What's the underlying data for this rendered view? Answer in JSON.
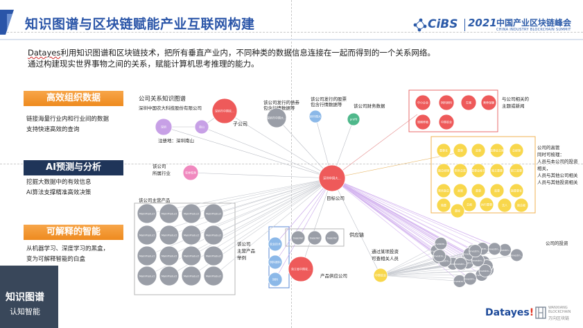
{
  "header": {
    "title": "知识图谱与区块链赋能产业互联网构建",
    "event_logo": {
      "brand": "CiBS",
      "year": "2021",
      "name_cn": "中国产业区块链峰会",
      "name_en": "CHINA INDUSTRY BLOCKCHAIN SUMMIT"
    }
  },
  "description": {
    "brand_word": "Datayes",
    "line1_rest": "利用知识图谱和区块链技术，把所有垂直产业内，不同种类的数据信息连接在一起而得到的一个关系网络。",
    "line2": "通过构建现实世界事物之间的关系，赋能计算机思考推理的能力。"
  },
  "sidebar": {
    "sections": [
      {
        "tag": "高效组织数据",
        "lines": [
          "链接海量行业内和行业间的数据",
          "支持快速高效的查询"
        ]
      },
      {
        "tag": "AI预测与分析",
        "lines": [
          "挖掘大数据中的有效信息",
          "AI算法支撑精准高效决策"
        ]
      },
      {
        "tag": "可解释的智能",
        "lines": [
          "从机器学习、深度学习的黑盒，",
          "变为可解释智能的白盒"
        ]
      }
    ]
  },
  "badge": {
    "line1": "知识图谱",
    "line2": "认知智能"
  },
  "graph": {
    "central_node": "深圳中国大…",
    "labels": {
      "company_graph": "公司关系知识图谱",
      "company_name": "深圳中国农大科技股份有限公司",
      "subsidiary": "子公司",
      "registered": "注册地：深圳南山",
      "industry_1": "该公司",
      "industry_2": "所属行业",
      "bond_1": "该公司发行的债券",
      "bond_2": "包含行情数据等",
      "stock_1": "该公司发行的股票",
      "stock_2": "包含行情数据等",
      "finance": "该公司财务数据",
      "news_1": "与公司相关的",
      "news_2": "主题或新闻",
      "exec_1": "公司的高管",
      "exec_2": "同时可梳理：",
      "exec_3": "人员与本公司的投资",
      "exec_4": "相关，",
      "exec_5": "人员与其他公司相关",
      "exec_6": "人员与其他投资相关",
      "parent": "目标公司",
      "products_1": "该公司主营产品",
      "products_2": "该公司",
      "products_3": "主营产品",
      "products_4": "举例",
      "supply_chain": "供应链",
      "supplier": "产品供应公司",
      "via_inv_1": "通过某项投资",
      "via_inv_2": "可查相关人员",
      "investments": "公司的投资"
    },
    "node_texts": {
      "subsidiary_node": "深圳市中国农…",
      "bond_node": "深圳市中国大…",
      "stock_node": "深圳中国大…",
      "finance_node": "profit",
      "industry_node": "农林牧渔",
      "product_node": "MainProduct",
      "supplier_small": "Supplier",
      "supplier_big": "浙江省中国农…",
      "investment_node": "Investm…",
      "region_a": "深圳",
      "region_b": "南山",
      "example_1": "农业技术",
      "example_2": "饲料原料",
      "example_3": "饲料",
      "via_person": "中国农业"
    },
    "news_nodes": [
      "中小企业",
      "饲料原料",
      "生猪",
      "营养保健",
      "规模养殖",
      "中国农业"
    ],
    "exec_nodes": [
      "董事长",
      "董事",
      "监事",
      "监事会主席",
      "总经理",
      "副总经理",
      "财务总监",
      "董事会秘书",
      "独立董事",
      "职工监事",
      "常务副总",
      "高管",
      "董事",
      "监事",
      "副董事长",
      "独董",
      "总裁",
      "执行董事",
      "法人",
      "副总裁",
      "董秘"
    ]
  },
  "footer": {
    "brand": "Datayes",
    "brand_mark": "!",
    "partner_en_1": "WANXIANG",
    "partner_en_2": "BLOCKCHAIN",
    "partner_cn": "万向区块链"
  },
  "colors": {
    "title_blue": "#2a55a8",
    "tag_orange": "#ee8a1e",
    "tag_navy": "#1f3559",
    "node_red": "#ee5a5a",
    "node_purple": "#c7a0e6",
    "node_blue": "#8bb8e8",
    "node_green": "#4fb88b",
    "node_yellow": "#f8d74c",
    "node_grey": "#9a9ea7",
    "node_pink": "#f089bf",
    "box_red": "#e86a6a",
    "box_orange": "#f0b050",
    "box_blue": "#5a8ad6"
  }
}
